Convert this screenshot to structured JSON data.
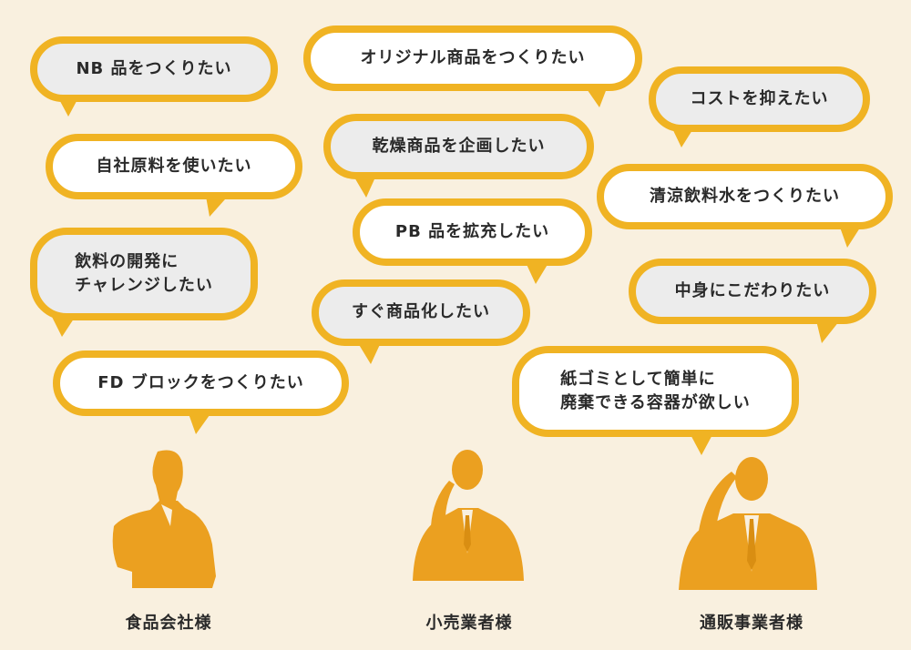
{
  "bubbles": [
    {
      "text": "NB 品をつくりたい"
    },
    {
      "text": "オリジナル商品をつくりたい"
    },
    {
      "text": "コストを抑えたい"
    },
    {
      "text": "自社原料を使いたい"
    },
    {
      "text": "乾燥商品を企画したい"
    },
    {
      "text": "清涼飲料水をつくりたい"
    },
    {
      "line1": "飲料の開発に",
      "line2": "チャレンジしたい"
    },
    {
      "text": "PB 品を拡充したい"
    },
    {
      "text": "中身にこだわりたい"
    },
    {
      "text": "すぐ商品化したい"
    },
    {
      "text": "FD ブロックをつくりたい"
    },
    {
      "line1": "紙ゴミとして簡単に",
      "line2": "廃棄できる容器が欲しい"
    }
  ],
  "customers": [
    {
      "label": "食品会社様"
    },
    {
      "label": "小売業者様"
    },
    {
      "label": "通販事業者様"
    }
  ],
  "colors": {
    "background": "#f9f0df",
    "border": "#f0b323",
    "silhouette": "#eba020",
    "gray_fill": "#ececec"
  }
}
